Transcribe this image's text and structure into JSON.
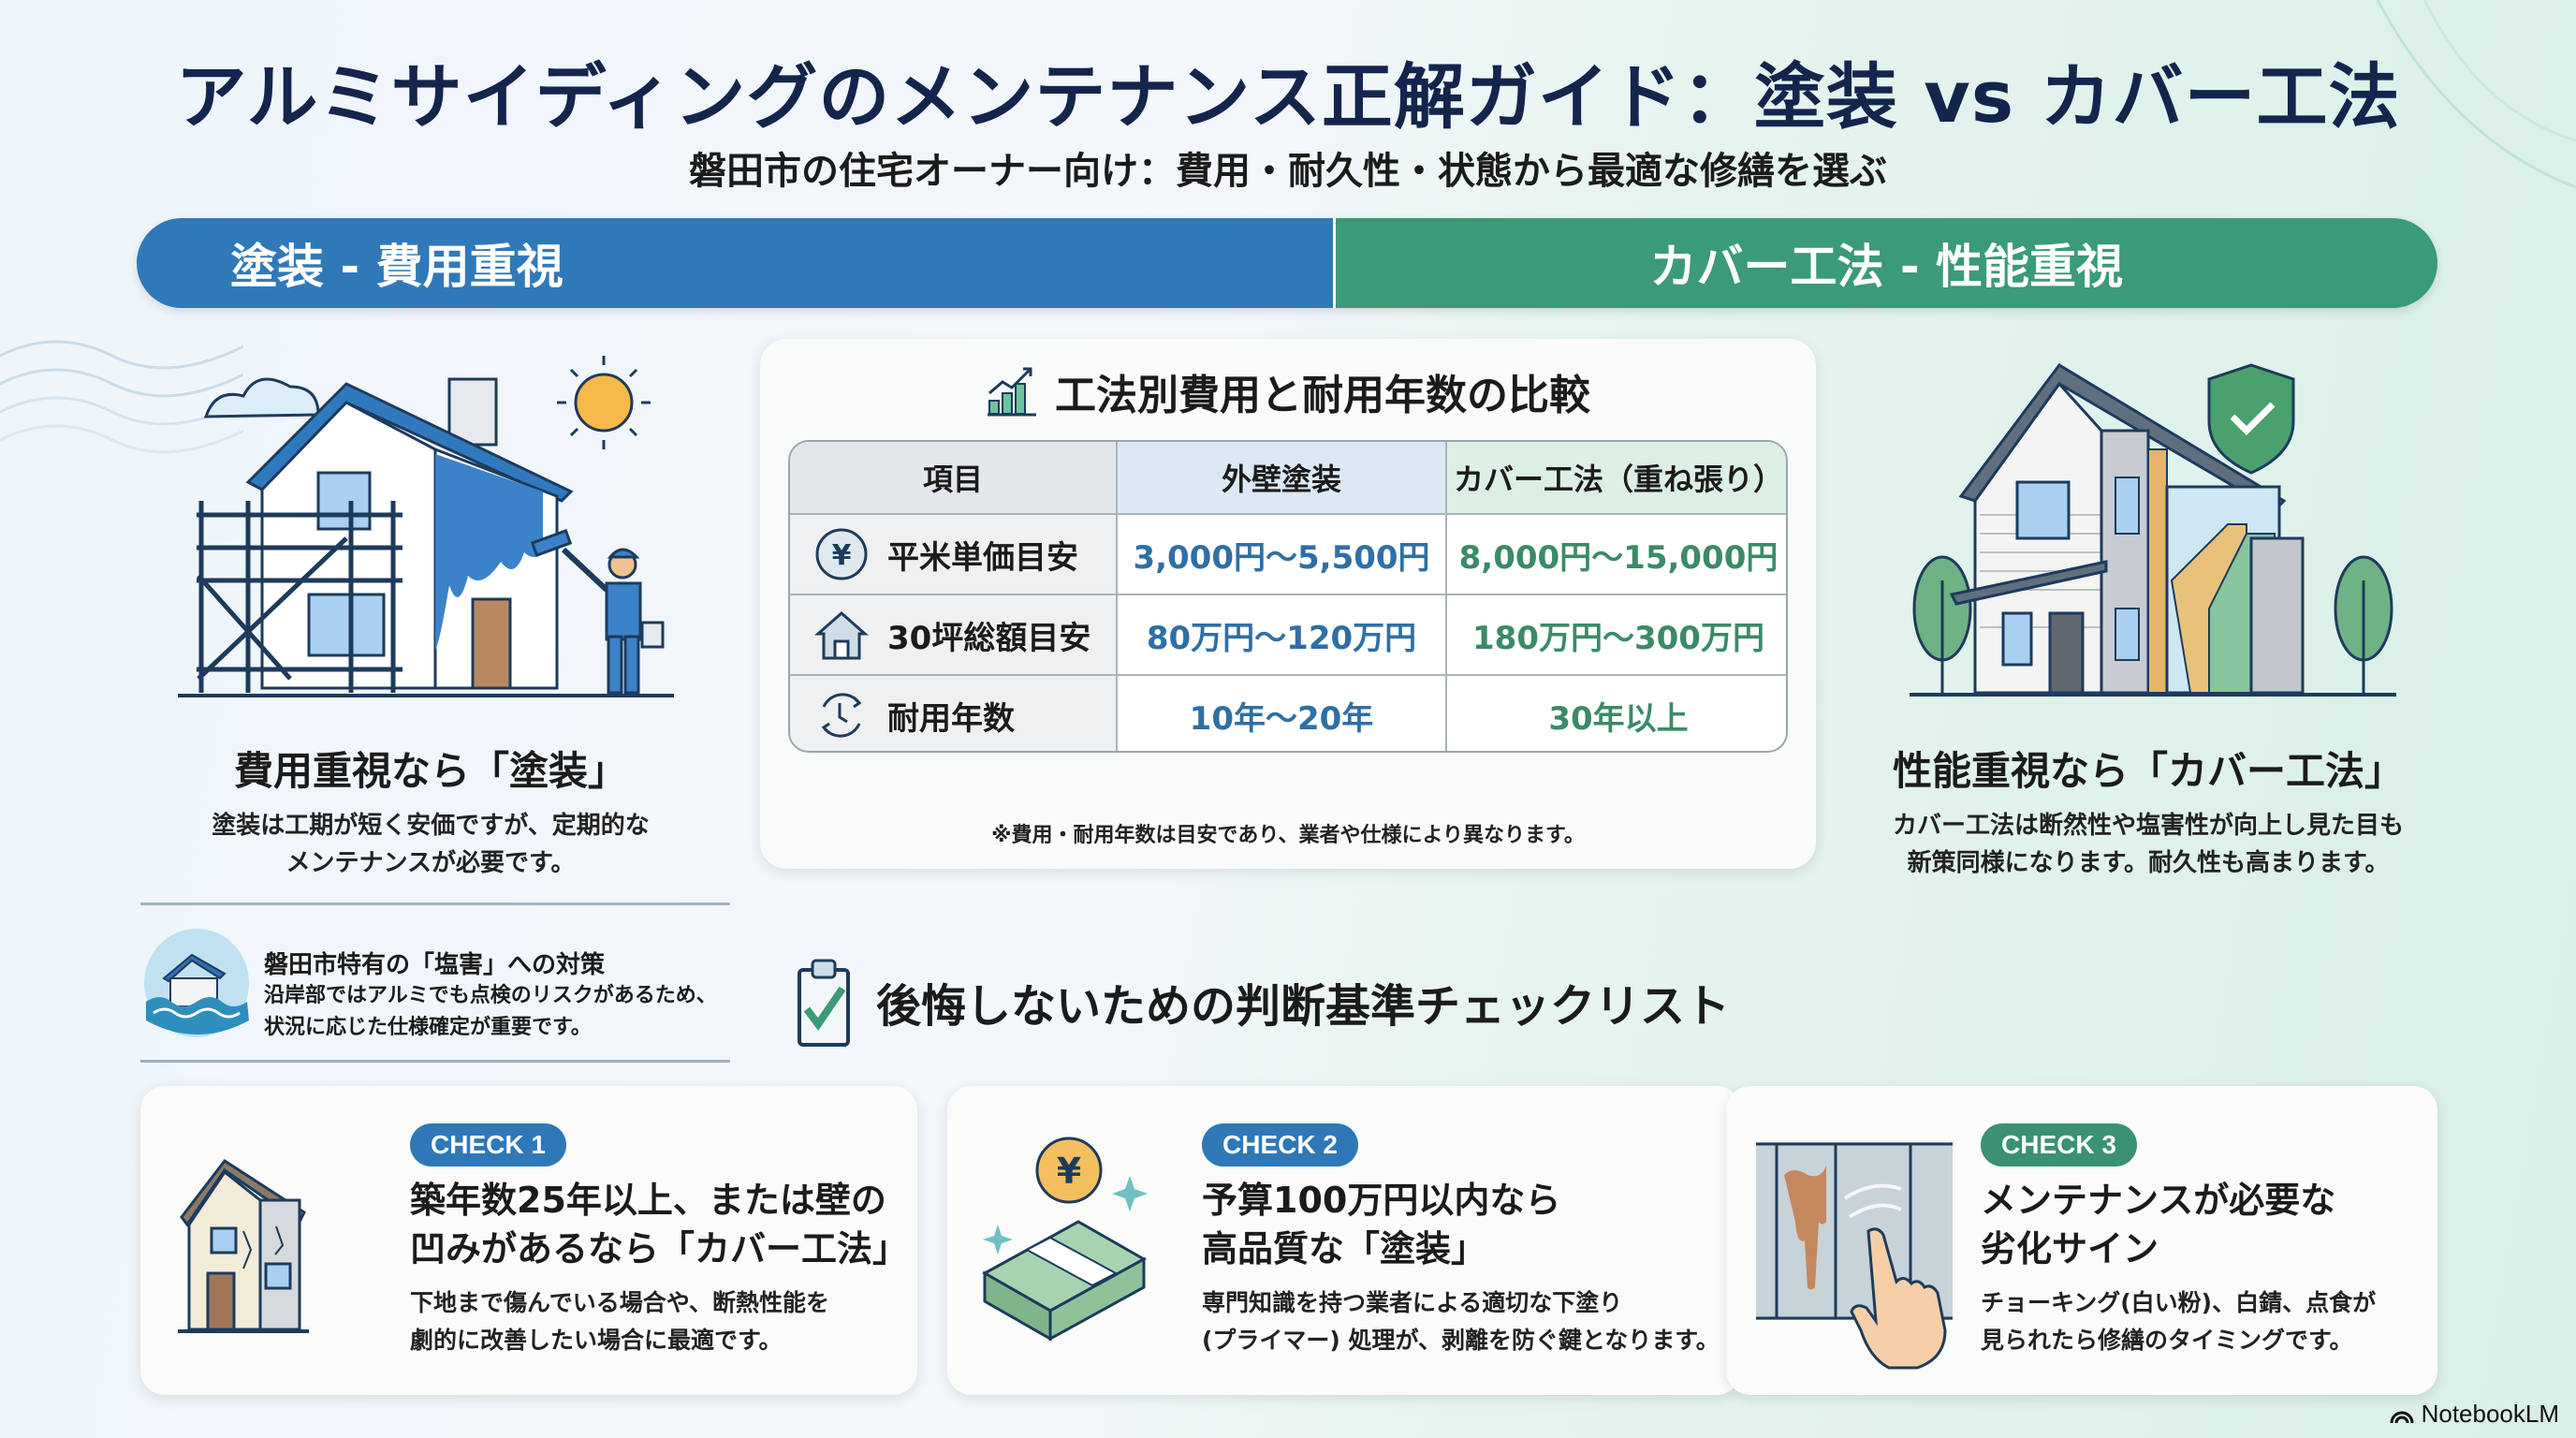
{
  "header": {
    "title": "アルミサイディングのメンテナンス正解ガイド：塗装 vs カバー工法",
    "subtitle": "磐田市の住宅オーナー向け：費用・耐久性・状態から最適な修繕を選ぶ"
  },
  "banner": {
    "left_label": "塗装 - 費用重視",
    "right_label": "カバー工法 - 性能重視",
    "left_color": "#3079b9",
    "right_color": "#3b9a77"
  },
  "left_panel": {
    "title": "費用重視なら「塗装」",
    "desc_line1": "塗装は工期が短く安価ですが、定期的な",
    "desc_line2": "メンテナンスが必要です。"
  },
  "right_panel": {
    "title": "性能重視なら「カバー工法」",
    "desc_line1": "カバー工法は断然性や塩害性が向上し見た目も",
    "desc_line2": "新策同様になります。耐久性も高まります。"
  },
  "comparison": {
    "title": "工法別費用と耐用年数の比較",
    "headers": [
      "項目",
      "外壁塗装",
      "カバー工法（重ね張り）"
    ],
    "rows": [
      {
        "icon": "yen-icon",
        "label": "平米単価目安",
        "paint": "3,000円〜5,500円",
        "cover": "8,000円〜15,000円"
      },
      {
        "icon": "house-icon",
        "label": "30坪総額目安",
        "paint": "80万円〜120万円",
        "cover": "180万円〜300万円"
      },
      {
        "icon": "clock-cycle-icon",
        "label": "耐用年数",
        "paint": "10年〜20年",
        "cover": "30年以上"
      }
    ],
    "note": "※費用・耐用年数は目安であり、業者や仕様により異なります。"
  },
  "salt": {
    "title": "磐田市特有の「塩害」への対策",
    "desc_line1": "沿岸部ではアルミでも点検のリスクがあるため、",
    "desc_line2": "状況に応じた仕様確定が重要です。"
  },
  "checklist": {
    "heading": "後悔しないための判断基準チェックリスト",
    "items": [
      {
        "badge": "CHECK 1",
        "title_line1": "築年数25年以上、または壁の",
        "title_line2": "凹みがあるなら「カバー工法」",
        "desc_line1": "下地まで傷んでいる場合や、断熱性能を",
        "desc_line2": "劇的に改善したい場合に最適です。",
        "color": "#2f78b7"
      },
      {
        "badge": "CHECK 2",
        "title_line1": "予算100万円以内なら",
        "title_line2": "高品質な「塗装」",
        "desc_line1": "専門知識を持つ業者による適切な下塗り",
        "desc_line2": "(プライマー) 処理が、剥離を防ぐ鍵となります。",
        "color": "#2f78b7"
      },
      {
        "badge": "CHECK 3",
        "title_line1": "メンテナンスが必要な",
        "title_line2": "劣化サイン",
        "desc_line1": "チョーキング(白い粉)、白錆、点食が",
        "desc_line2": "見られたら修繕のタイミングです。",
        "color": "#3a9174"
      }
    ]
  },
  "brand": {
    "label": "NotebookLM"
  }
}
